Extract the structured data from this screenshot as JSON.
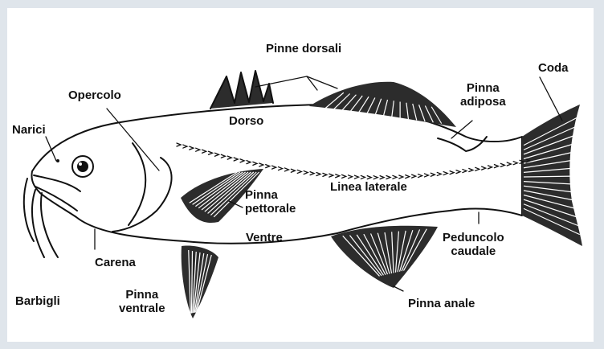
{
  "labels": {
    "pinne_dorsali": "Pinne dorsali",
    "coda": "Coda",
    "opercolo": "Opercolo",
    "pinna_adiposa_1": "Pinna",
    "pinna_adiposa_2": "adiposa",
    "narici": "Narici",
    "dorso": "Dorso",
    "linea_laterale": "Linea laterale",
    "pinna_pettorale_1": "Pinna",
    "pinna_pettorale_2": "pettorale",
    "ventre": "Ventre",
    "peduncolo_1": "Peduncolo",
    "peduncolo_2": "caudale",
    "carena": "Carena",
    "barbigli": "Barbigli",
    "pinna_ventrale_1": "Pinna",
    "pinna_ventrale_2": "ventrale",
    "pinna_anale": "Pinna anale"
  },
  "colors": {
    "background": "#dfe5eb",
    "panel": "#ffffff",
    "ink": "#111111"
  }
}
